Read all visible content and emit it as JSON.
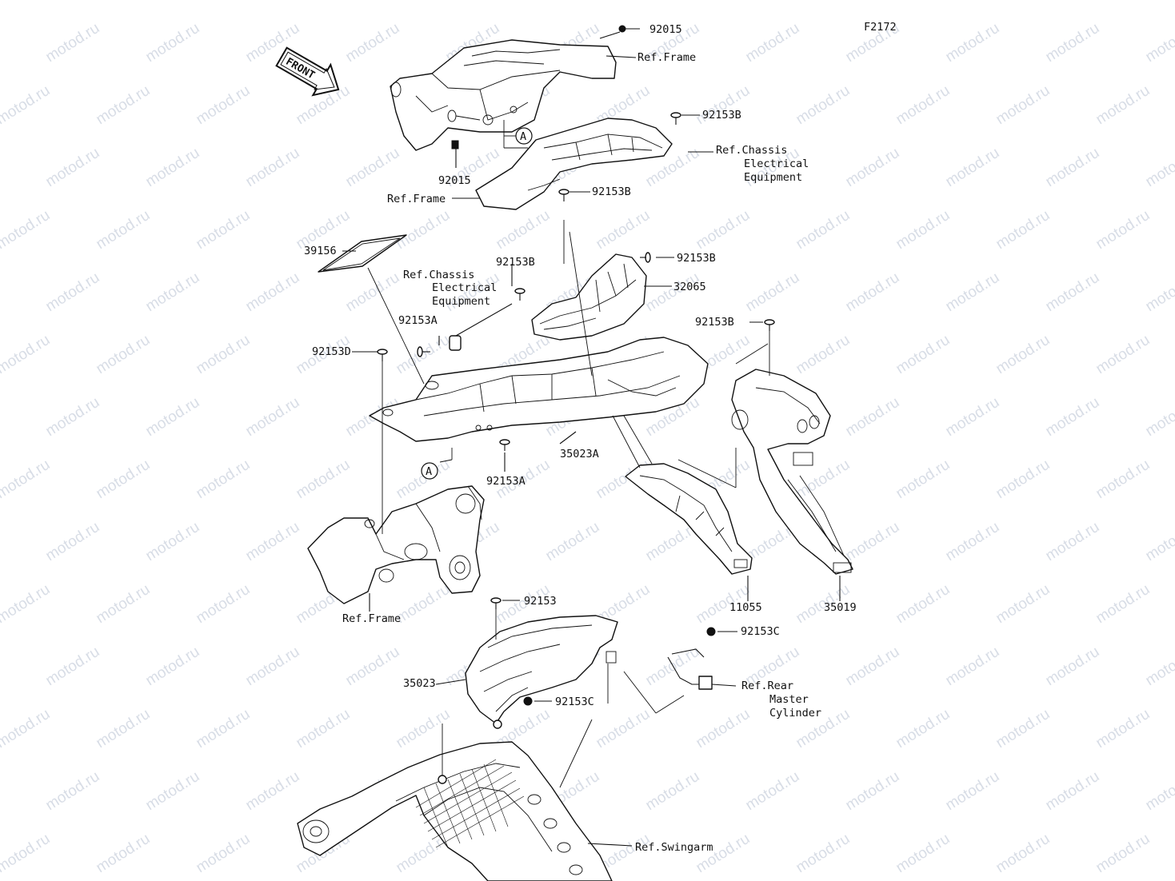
{
  "figure_code": "F2172",
  "front_arrow": {
    "label": "FRONT",
    "icon": "front-direction-arrow-icon"
  },
  "watermark": "motod.ru",
  "callouts": {
    "c1": "92015",
    "c2": "Ref.Frame",
    "c3": "92153B",
    "c4": "Ref.Chassis",
    "c5": "Electrical",
    "c6": "Equipment",
    "c7": "92015",
    "c8": "Ref.Frame",
    "c9": "92153B",
    "c10": "39156",
    "c11": "92153B",
    "c12": "Ref.Chassis",
    "c13": "Electrical",
    "c14": "Equipment",
    "c15": "92153B",
    "c16": "32065",
    "c17": "92153A",
    "c18": "92153B",
    "c19": "92153D",
    "c20": "35023A",
    "c21": "92153A",
    "c22": "11055",
    "c23": "35019",
    "c24": "Ref.Frame",
    "c25": "92153",
    "c26": "92153C",
    "c27": "35023",
    "c28": "Ref.Rear",
    "c29": "Master",
    "c30": "Cylinder",
    "c31": "92153C",
    "c32": "Ref.Swingarm"
  },
  "refs": {
    "a1": "A",
    "a2": "A"
  }
}
